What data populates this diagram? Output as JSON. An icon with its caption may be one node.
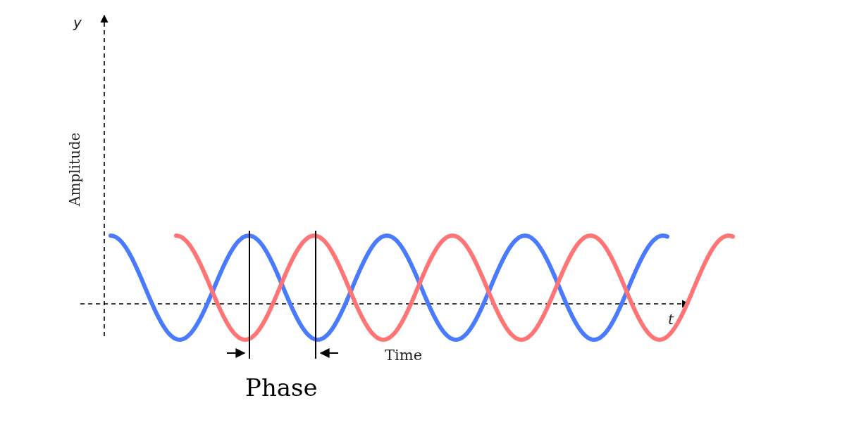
{
  "diagram": {
    "labels": [
      "y",
      "Amplitude",
      "t",
      "Time",
      "Phase"
    ]
  }
}
